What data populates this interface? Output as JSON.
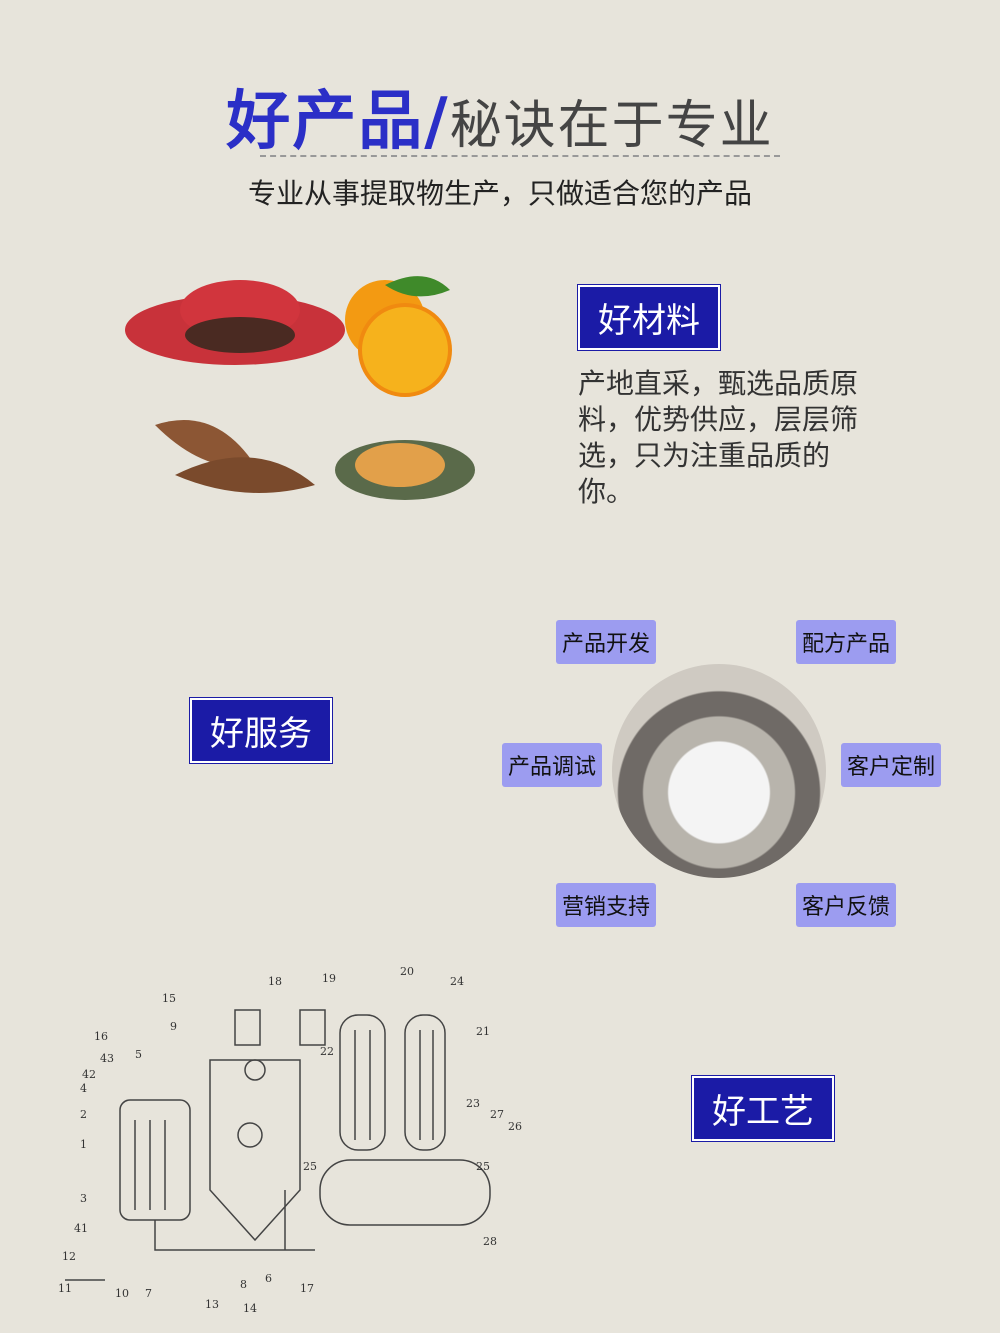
{
  "header": {
    "title_highlight": "好产品/",
    "title_rest": "秘诀在于专业",
    "subtitle": "专业从事提取物生产，只做适合您的产品"
  },
  "materials": {
    "tag": "好材料",
    "description": "产地直采，甄选品质原料，优势供应，层层筛选，只为注重品质的你。"
  },
  "service": {
    "tag": "好服务",
    "items": [
      "产品开发",
      "配方产品",
      "产品调试",
      "客户定制",
      "营销支持",
      "客户反馈"
    ]
  },
  "craft": {
    "tag": "好工艺",
    "diagram_numbers": [
      "1",
      "2",
      "3",
      "4",
      "5",
      "6",
      "7",
      "8",
      "9",
      "10",
      "11",
      "12",
      "13",
      "14",
      "15",
      "16",
      "17",
      "18",
      "19",
      "20",
      "21",
      "22",
      "23",
      "24",
      "25",
      "25",
      "26",
      "27",
      "28",
      "41",
      "42",
      "43"
    ]
  },
  "colors": {
    "background": "#e7e4db",
    "accent": "#2b2fc7",
    "tag": "#1b1ba6",
    "service_tag": "#9c9cf0"
  }
}
